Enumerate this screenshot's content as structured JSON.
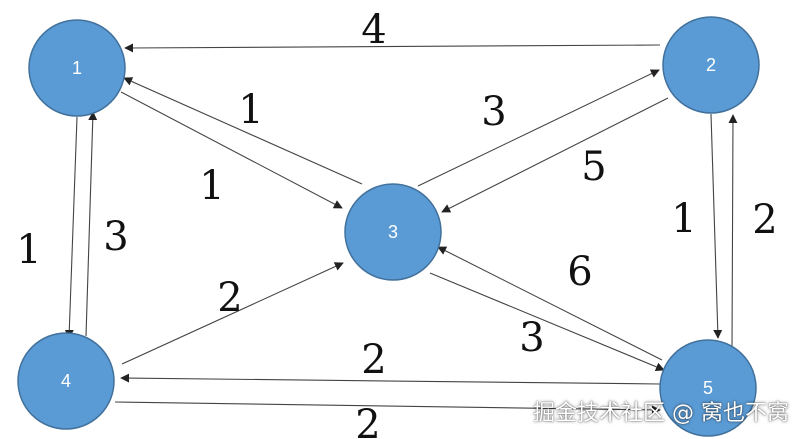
{
  "nodes": [
    {
      "id": "1",
      "label": "1"
    },
    {
      "id": "2",
      "label": "2"
    },
    {
      "id": "3",
      "label": "3"
    },
    {
      "id": "4",
      "label": "4"
    },
    {
      "id": "5",
      "label": "5"
    }
  ],
  "edges": [
    {
      "from": "2",
      "to": "1",
      "weight": "4"
    },
    {
      "from": "3",
      "to": "1",
      "weight": "1"
    },
    {
      "from": "1",
      "to": "3",
      "weight": "1"
    },
    {
      "from": "3",
      "to": "2",
      "weight": "3"
    },
    {
      "from": "2",
      "to": "3",
      "weight": "5"
    },
    {
      "from": "1",
      "to": "4",
      "weight": "1"
    },
    {
      "from": "4",
      "to": "1",
      "weight": "3"
    },
    {
      "from": "2",
      "to": "5",
      "weight": "1"
    },
    {
      "from": "5",
      "to": "2",
      "weight": "2"
    },
    {
      "from": "4",
      "to": "3",
      "weight": "2"
    },
    {
      "from": "5",
      "to": "3",
      "weight": "6"
    },
    {
      "from": "3",
      "to": "5",
      "weight": "3"
    },
    {
      "from": "5",
      "to": "4",
      "weight": "2"
    },
    {
      "from": "4",
      "to": "5",
      "weight": "2"
    }
  ],
  "colors": {
    "node_fill": "#5b9bd5",
    "node_stroke": "#41719c",
    "edge": "#444444"
  },
  "watermark": "掘金技术社区 @ 窝也不窝"
}
